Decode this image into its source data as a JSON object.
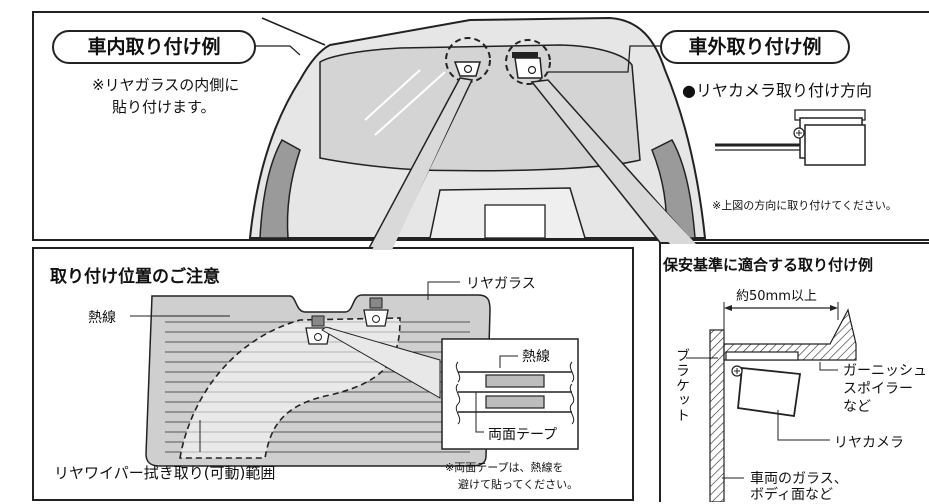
{
  "interior": {
    "title": "車内取り付け例",
    "note_line1": "※リヤガラスの内側に",
    "note_line2": "貼り付けます。"
  },
  "exterior": {
    "title": "車外取り付け例",
    "direction": "●リヤカメラ取り付け方向",
    "note": "※上図の方向に取り付けてください。"
  },
  "caution": {
    "title": "取り付け位置のご注意",
    "rear_glass": "リヤガラス",
    "heat_wire": "熱線",
    "inset_heat_wire": "熱線",
    "double_tape": "両面テープ",
    "wiper_area": "リヤワイパー拭き取り(可動)範囲",
    "tape_note_line1": "※両面テープは、熱線を",
    "tape_note_line2": "避けて貼ってください。"
  },
  "standard": {
    "title": "保安基準に適合する取り付け例",
    "dimension": "約50mm以上",
    "bracket": "ブラケット",
    "garnish_line1": "ガーニッシュ",
    "garnish_line2": "スポイラー",
    "garnish_line3": "など",
    "rear_camera": "リヤカメラ",
    "glass_line1": "車両のガラス、",
    "glass_line2": "ボディ面など"
  }
}
